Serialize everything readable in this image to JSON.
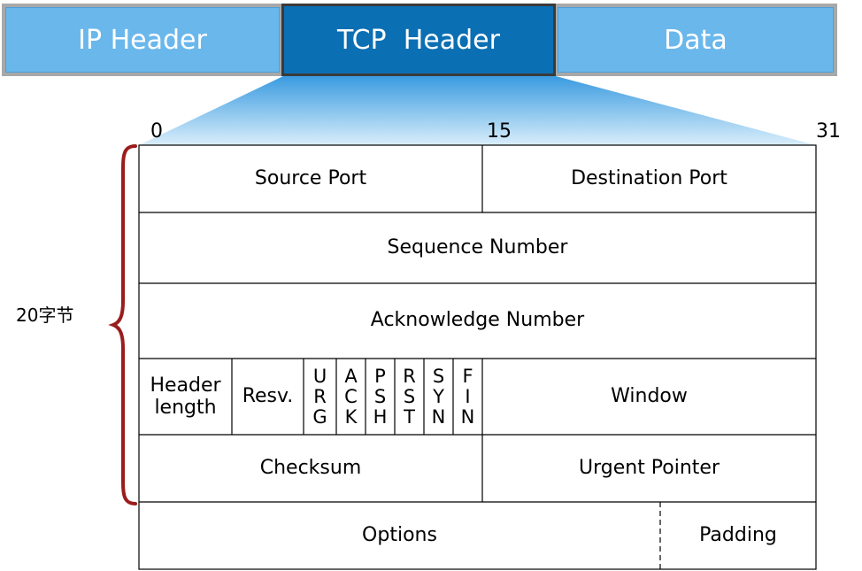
{
  "segments": {
    "ip_header": "IP Header",
    "tcp_header": "TCP  Header",
    "data": "Data"
  },
  "bit_ticks": {
    "start": "0",
    "mid": "15",
    "end": "31"
  },
  "size_label": "20字节",
  "fields": {
    "source_port": "Source Port",
    "destination_port": "Destination Port",
    "sequence_number": "Sequence Number",
    "acknowledge_number": "Acknowledge Number",
    "header_length": "Header length",
    "reserved": "Resv.",
    "window": "Window",
    "checksum": "Checksum",
    "urgent_pointer": "Urgent Pointer",
    "options": "Options",
    "padding": "Padding"
  },
  "flags": [
    {
      "name": "URG",
      "letters": [
        "U",
        "R",
        "G"
      ]
    },
    {
      "name": "ACK",
      "letters": [
        "A",
        "C",
        "K"
      ]
    },
    {
      "name": "PSH",
      "letters": [
        "P",
        "S",
        "H"
      ]
    },
    {
      "name": "RST",
      "letters": [
        "R",
        "S",
        "T"
      ]
    },
    {
      "name": "SYN",
      "letters": [
        "S",
        "Y",
        "N"
      ]
    },
    {
      "name": "FIN",
      "letters": [
        "F",
        "I",
        "N"
      ]
    }
  ],
  "colors": {
    "segment_light": "#6ab7ec",
    "segment_dark": "#0b6fb3",
    "bracket": "#9b1c1c"
  }
}
